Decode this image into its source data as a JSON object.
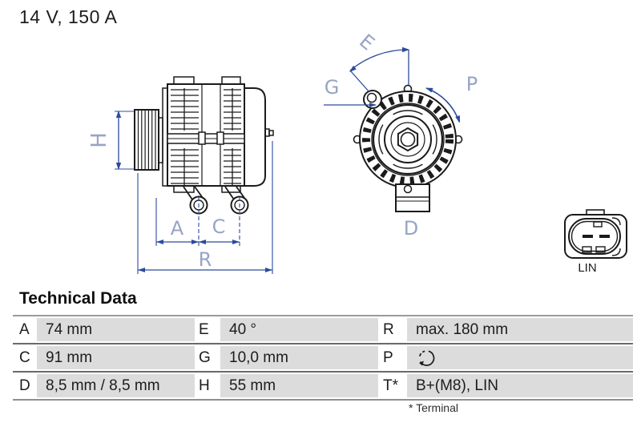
{
  "header": {
    "rating": "14 V, 150 A"
  },
  "colors": {
    "dimension_line": "#2b4c9c",
    "dimension_label": "#97a4c4",
    "drawing_line": "#1b1b1b",
    "table_cell_bg": "#dcdcdd"
  },
  "drawing": {
    "labels": {
      "h": "H",
      "a": "A",
      "c": "C",
      "r": "R",
      "e": "E",
      "g": "G",
      "p": "P",
      "d": "D"
    },
    "connector_label": "LIN",
    "icons": {
      "rotation": "rotation-direction-icon"
    }
  },
  "table": {
    "title": "Technical Data",
    "rows": [
      {
        "k1": "A",
        "v1": "74 mm",
        "k2": "E",
        "v2": "40 °",
        "k3": "R",
        "v3": "max. 180 mm"
      },
      {
        "k1": "C",
        "v1": "91 mm",
        "k2": "G",
        "v2": "10,0 mm",
        "k3": "P",
        "v3": ""
      },
      {
        "k1": "D",
        "v1": "8,5 mm / 8,5 mm",
        "k2": "H",
        "v2": "55 mm",
        "k3": "T*",
        "v3": "B+(M8), LIN"
      }
    ],
    "footnote": "* Terminal"
  }
}
